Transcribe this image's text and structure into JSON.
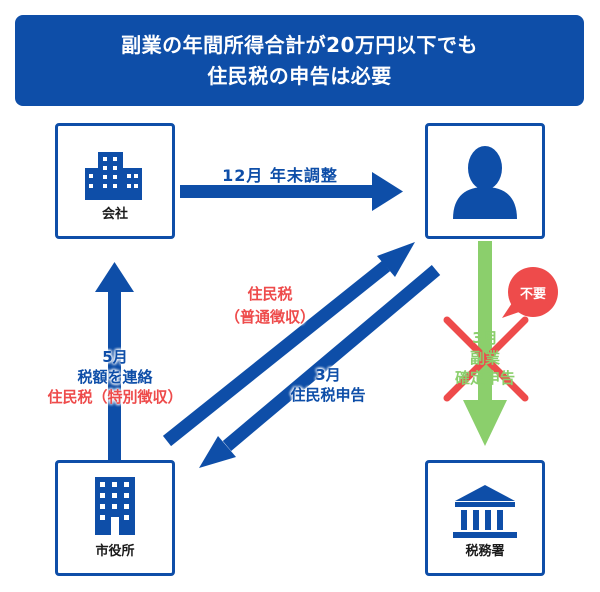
{
  "banner": {
    "line1": "副業の年間所得合計が20万円以下でも",
    "line2": "住民税の申告は必要"
  },
  "nodes": {
    "company": "会社",
    "person": "",
    "city_office": "市役所",
    "tax_office": "税務署"
  },
  "arrows": {
    "company_to_person": "12月 年末調整",
    "city_to_person_line1": "住民税",
    "city_to_person_line2": "（普通徴収）",
    "person_to_city_line1": "3月",
    "person_to_city_line2": "住民税申告",
    "city_to_company_line1": "5月",
    "city_to_company_line2": "税額を連絡",
    "city_to_company_line3": "住民税（特別徴収）",
    "person_to_tax_line1": "3月",
    "person_to_tax_line2": "副業",
    "person_to_tax_line3": "確定申告"
  },
  "badge": "不要",
  "colors": {
    "primary": "#0e4ea8",
    "red": "#ee4b4b",
    "green": "#8bcf6c"
  }
}
